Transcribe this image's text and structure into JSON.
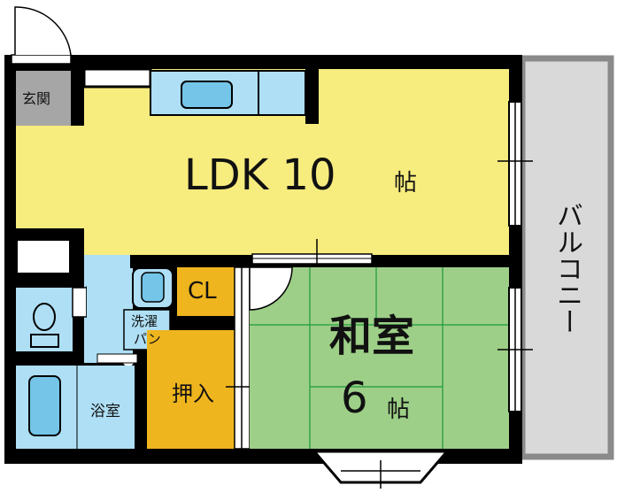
{
  "rooms": {
    "genkan": "玄関",
    "ldk": "LDK 10",
    "ldk_unit": "帖",
    "closet": "CL",
    "washitsu": "和室",
    "washitsu_size": "6",
    "washitsu_unit": "帖",
    "oshiire": "押入",
    "bath": "浴室",
    "washer_line1": "洗濯",
    "washer_line2": "パン",
    "balcony": "バルコニー"
  },
  "colors": {
    "ldk": "#f7ec7e",
    "wet": "#aedff5",
    "storage": "#efb51e",
    "washitsu": "#9ecf88",
    "balcony": "#d9d9d9",
    "genkan": "#a6a6a6"
  }
}
